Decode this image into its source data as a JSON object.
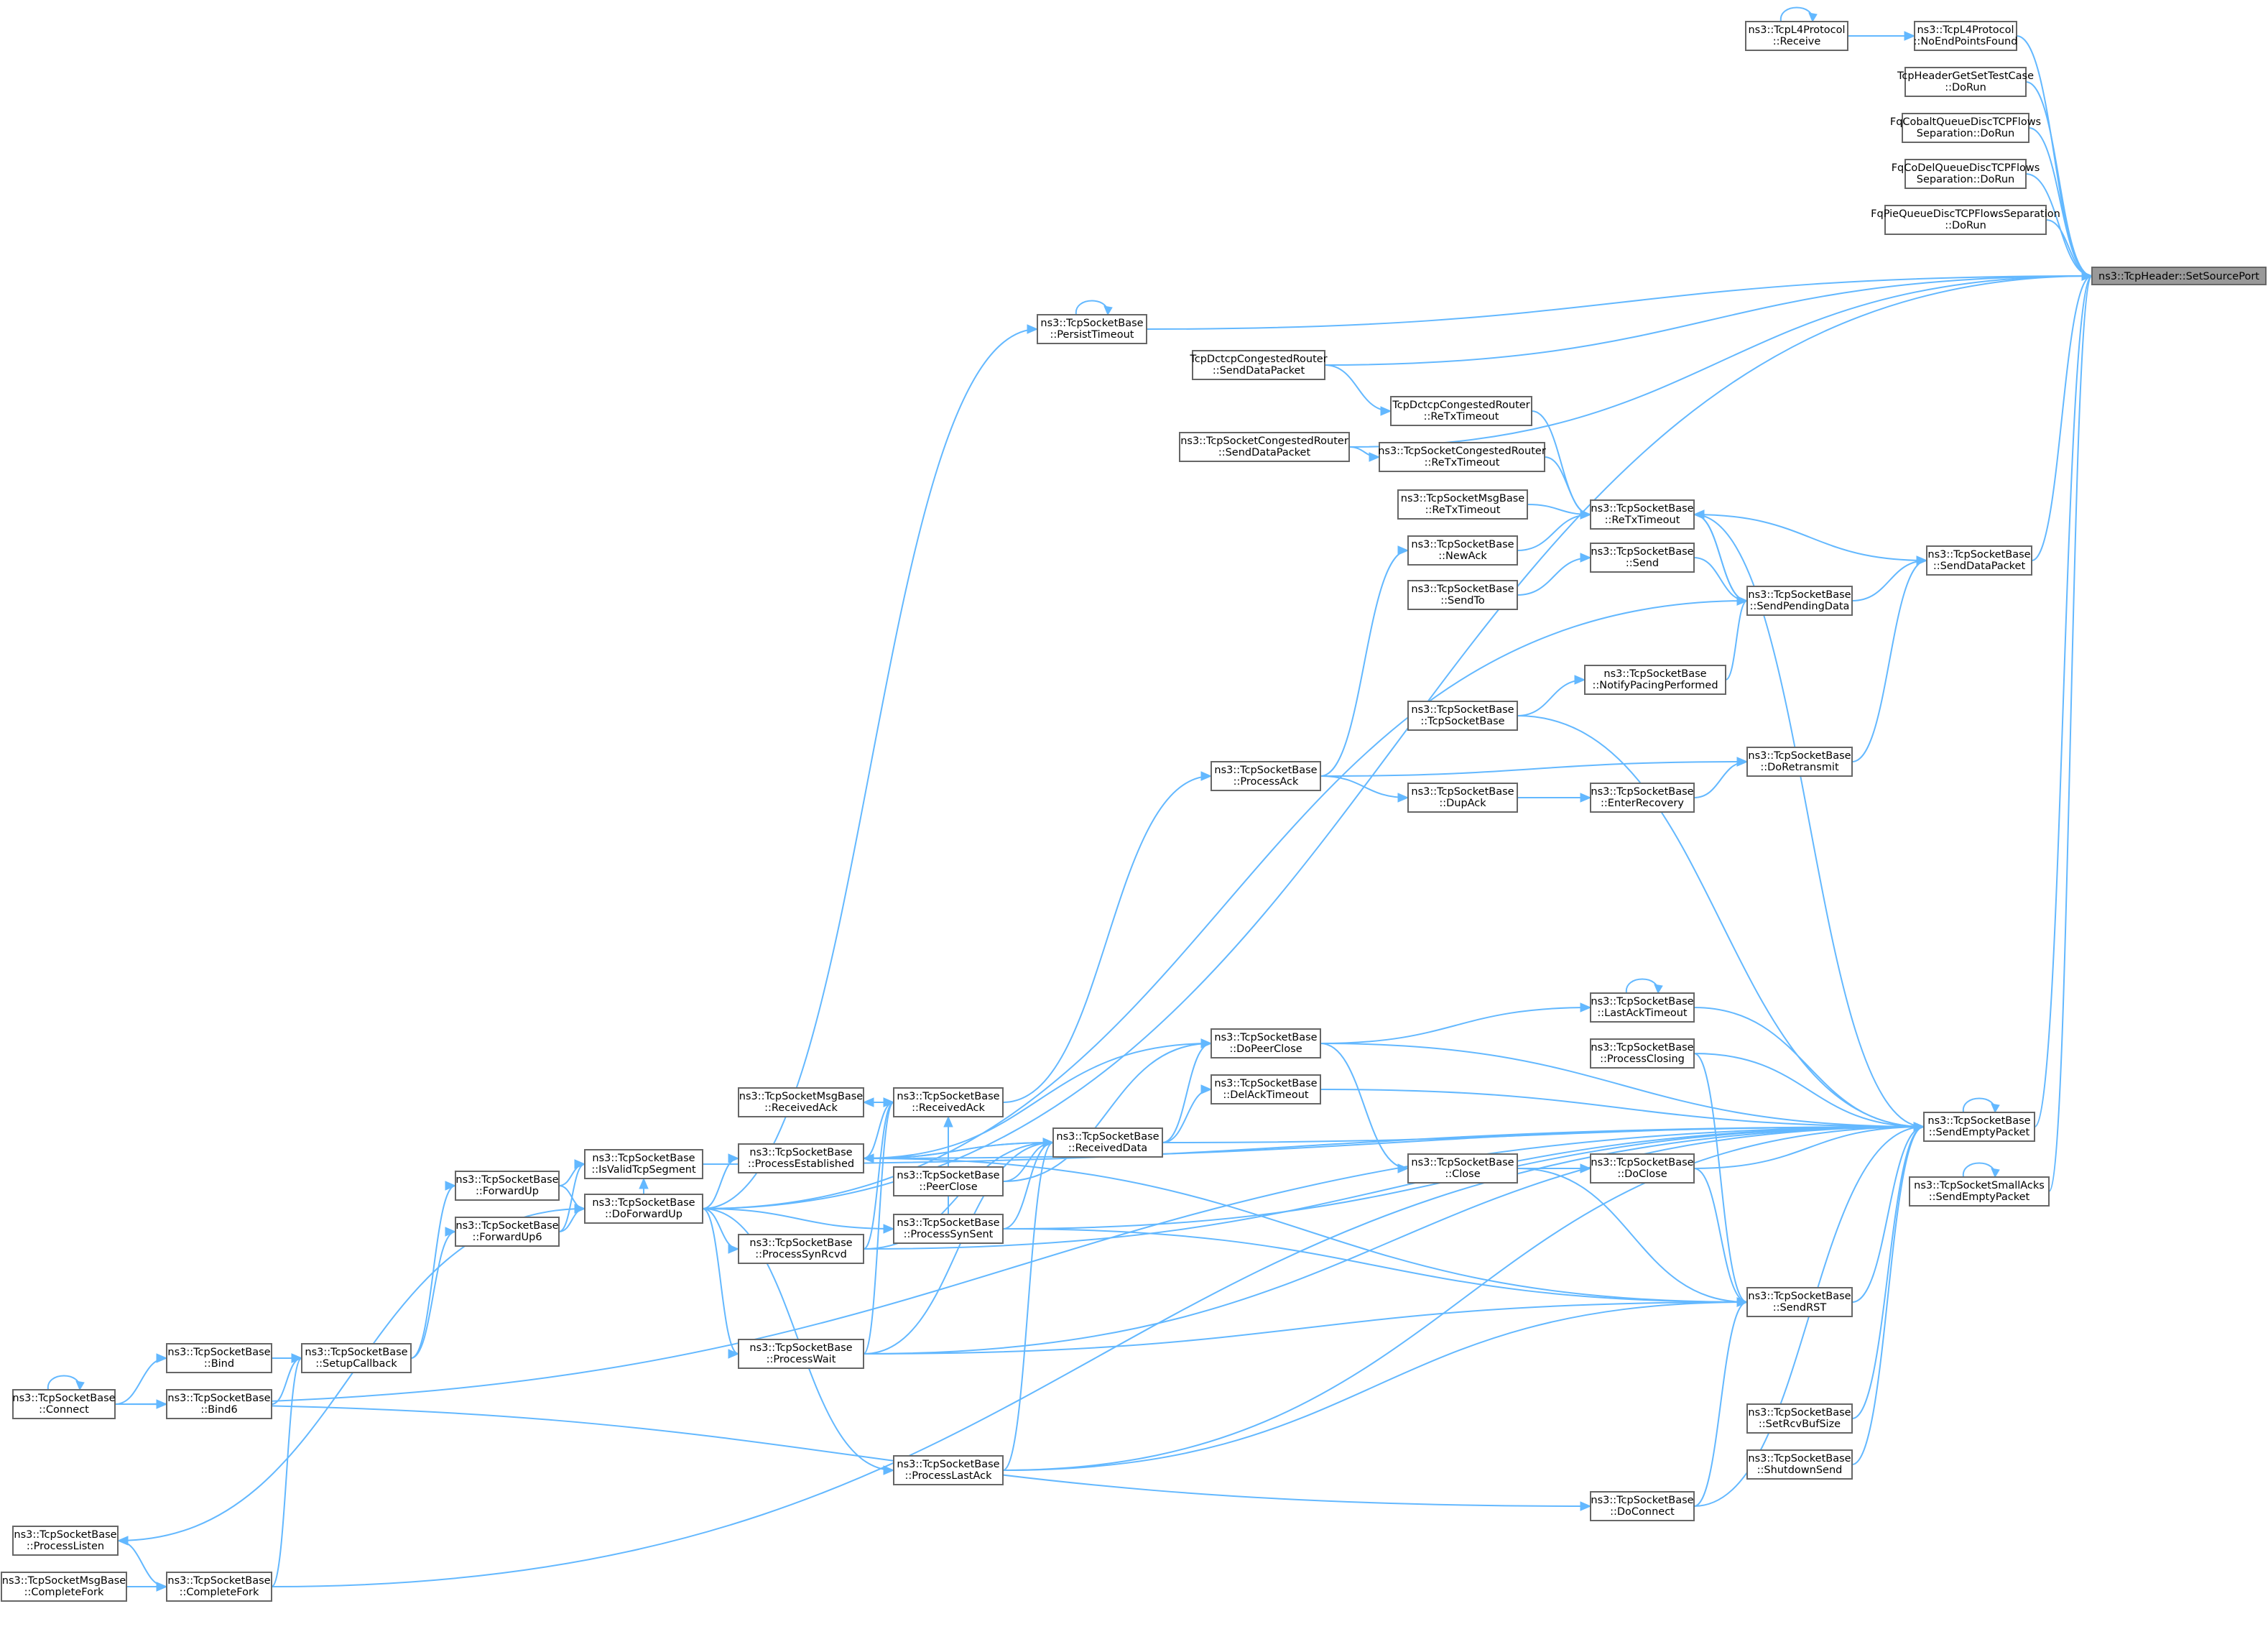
{
  "title": "ns3::TcpHeader::SetSourcePort",
  "colors": {
    "edge": "#63b8ff",
    "node_border": "#666666",
    "node_fill": "#ffffff",
    "root_fill": "#999999"
  },
  "nodes": {
    "root": [
      "ns3::TcpHeader::SetSourcePort"
    ],
    "l4_receive": [
      "ns3::TcpL4Protocol",
      "::Receive"
    ],
    "l4_noend": [
      "ns3::TcpL4Protocol",
      "::NoEndPointsFound"
    ],
    "tcphdr_test": [
      "TcpHeaderGetSetTestCase",
      "::DoRun"
    ],
    "fqcobalt": [
      "FqCobaltQueueDiscTCPFlows",
      "Separation::DoRun"
    ],
    "fqcodel": [
      "FqCoDelQueueDiscTCPFlows",
      "Separation::DoRun"
    ],
    "fqpie": [
      "FqPieQueueDiscTCPFlowsSeparation",
      "::DoRun"
    ],
    "persist": [
      "ns3::TcpSocketBase",
      "::PersistTimeout"
    ],
    "dctcp_send": [
      "TcpDctcpCongestedRouter",
      "::SendDataPacket"
    ],
    "dctcp_retx": [
      "TcpDctcpCongestedRouter",
      "::ReTxTimeout"
    ],
    "cong_send": [
      "ns3::TcpSocketCongestedRouter",
      "::SendDataPacket"
    ],
    "cong_retx": [
      "ns3::TcpSocketCongestedRouter",
      "::ReTxTimeout"
    ],
    "msg_retx": [
      "ns3::TcpSocketMsgBase",
      "::ReTxTimeout"
    ],
    "retx": [
      "ns3::TcpSocketBase",
      "::ReTxTimeout"
    ],
    "newack": [
      "ns3::TcpSocketBase",
      "::NewAck"
    ],
    "send": [
      "ns3::TcpSocketBase",
      "::Send"
    ],
    "sendto": [
      "ns3::TcpSocketBase",
      "::SendTo"
    ],
    "sendpending": [
      "ns3::TcpSocketBase",
      "::SendPendingData"
    ],
    "senddata": [
      "ns3::TcpSocketBase",
      "::SendDataPacket"
    ],
    "notifypacing": [
      "ns3::TcpSocketBase",
      "::NotifyPacingPerformed"
    ],
    "tcpsb": [
      "ns3::TcpSocketBase",
      "::TcpSocketBase"
    ],
    "doretransmit": [
      "ns3::TcpSocketBase",
      "::DoRetransmit"
    ],
    "processack": [
      "ns3::TcpSocketBase",
      "::ProcessAck"
    ],
    "dupack": [
      "ns3::TcpSocketBase",
      "::DupAck"
    ],
    "enterrecovery": [
      "ns3::TcpSocketBase",
      "::EnterRecovery"
    ],
    "lastacktimeout": [
      "ns3::TcpSocketBase",
      "::LastAckTimeout"
    ],
    "dopeerclose": [
      "ns3::TcpSocketBase",
      "::DoPeerClose"
    ],
    "processclosing": [
      "ns3::TcpSocketBase",
      "::ProcessClosing"
    ],
    "delacktimeout": [
      "ns3::TcpSocketBase",
      "::DelAckTimeout"
    ],
    "msg_receivedack": [
      "ns3::TcpSocketMsgBase",
      "::ReceivedAck"
    ],
    "receivedack": [
      "ns3::TcpSocketBase",
      "::ReceivedAck"
    ],
    "receiveddata": [
      "ns3::TcpSocketBase",
      "::ReceivedData"
    ],
    "sendempty": [
      "ns3::TcpSocketBase",
      "::SendEmptyPacket"
    ],
    "small_sendempty": [
      "ns3::TcpSocketSmallAcks",
      "::SendEmptyPacket"
    ],
    "isvalid": [
      "ns3::TcpSocketBase",
      "::IsValidTcpSegment"
    ],
    "forwardup": [
      "ns3::TcpSocketBase",
      "::ForwardUp"
    ],
    "forwardup6": [
      "ns3::TcpSocketBase",
      "::ForwardUp6"
    ],
    "doforwardup": [
      "ns3::TcpSocketBase",
      "::DoForwardUp"
    ],
    "processestablished": [
      "ns3::TcpSocketBase",
      "::ProcessEstablished"
    ],
    "peerclose": [
      "ns3::TcpSocketBase",
      "::PeerClose"
    ],
    "processsynsent": [
      "ns3::TcpSocketBase",
      "::ProcessSynSent"
    ],
    "processsynrcvd": [
      "ns3::TcpSocketBase",
      "::ProcessSynRcvd"
    ],
    "close": [
      "ns3::TcpSocketBase",
      "::Close"
    ],
    "doclose": [
      "ns3::TcpSocketBase",
      "::DoClose"
    ],
    "sendrst": [
      "ns3::TcpSocketBase",
      "::SendRST"
    ],
    "processwait": [
      "ns3::TcpSocketBase",
      "::ProcessWait"
    ],
    "bind": [
      "ns3::TcpSocketBase",
      "::Bind"
    ],
    "bind6": [
      "ns3::TcpSocketBase",
      "::Bind6"
    ],
    "setupcallback": [
      "ns3::TcpSocketBase",
      "::SetupCallback"
    ],
    "connect": [
      "ns3::TcpSocketBase",
      "::Connect"
    ],
    "setrcvbuf": [
      "ns3::TcpSocketBase",
      "::SetRcvBufSize"
    ],
    "shutdownsend": [
      "ns3::TcpSocketBase",
      "::ShutdownSend"
    ],
    "processlastack": [
      "ns3::TcpSocketBase",
      "::ProcessLastAck"
    ],
    "doconnect": [
      "ns3::TcpSocketBase",
      "::DoConnect"
    ],
    "processlisten": [
      "ns3::TcpSocketBase",
      "::ProcessListen"
    ],
    "completefork": [
      "ns3::TcpSocketBase",
      "::CompleteFork"
    ],
    "msg_completefork": [
      "ns3::TcpSocketMsgBase",
      "::CompleteFork"
    ]
  }
}
